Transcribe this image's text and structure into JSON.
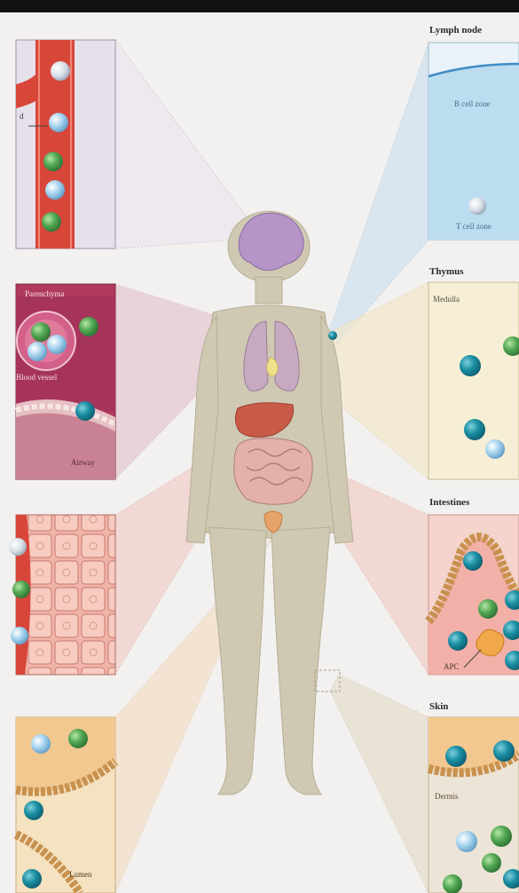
{
  "panels": {
    "lymph_node": {
      "title": "Lymph node",
      "b_zone": "B cell zone",
      "t_zone": "T cell zone"
    },
    "thymus": {
      "title": "Thymus",
      "medulla": "Medulla"
    },
    "intestines": {
      "title": "Intestines",
      "apc": "APC"
    },
    "skin": {
      "title": "Skin",
      "dermis": "Dermis"
    },
    "lung": {
      "parenchyma": "Parenchyma",
      "blood_vessel": "Blood vessel",
      "airway": "Airway"
    },
    "blood": {
      "partial_label": "d"
    },
    "lumen": {
      "label": "Lumen"
    }
  },
  "colors": {
    "background": "#f3f1ef",
    "body": "#cfc9b3",
    "teal_cell": "#1a8ea2",
    "green_cell": "#52a852",
    "light_blue_cell": "#a8d4ee",
    "blood_vessel": "#d8463a",
    "lung_panel": "#b03a5c",
    "lymph_panel": "#d4e8f4",
    "thymus_panel": "#f4ead0",
    "intestine_panel": "#f2c8c0",
    "skin_panel": "#ebe2d2"
  }
}
